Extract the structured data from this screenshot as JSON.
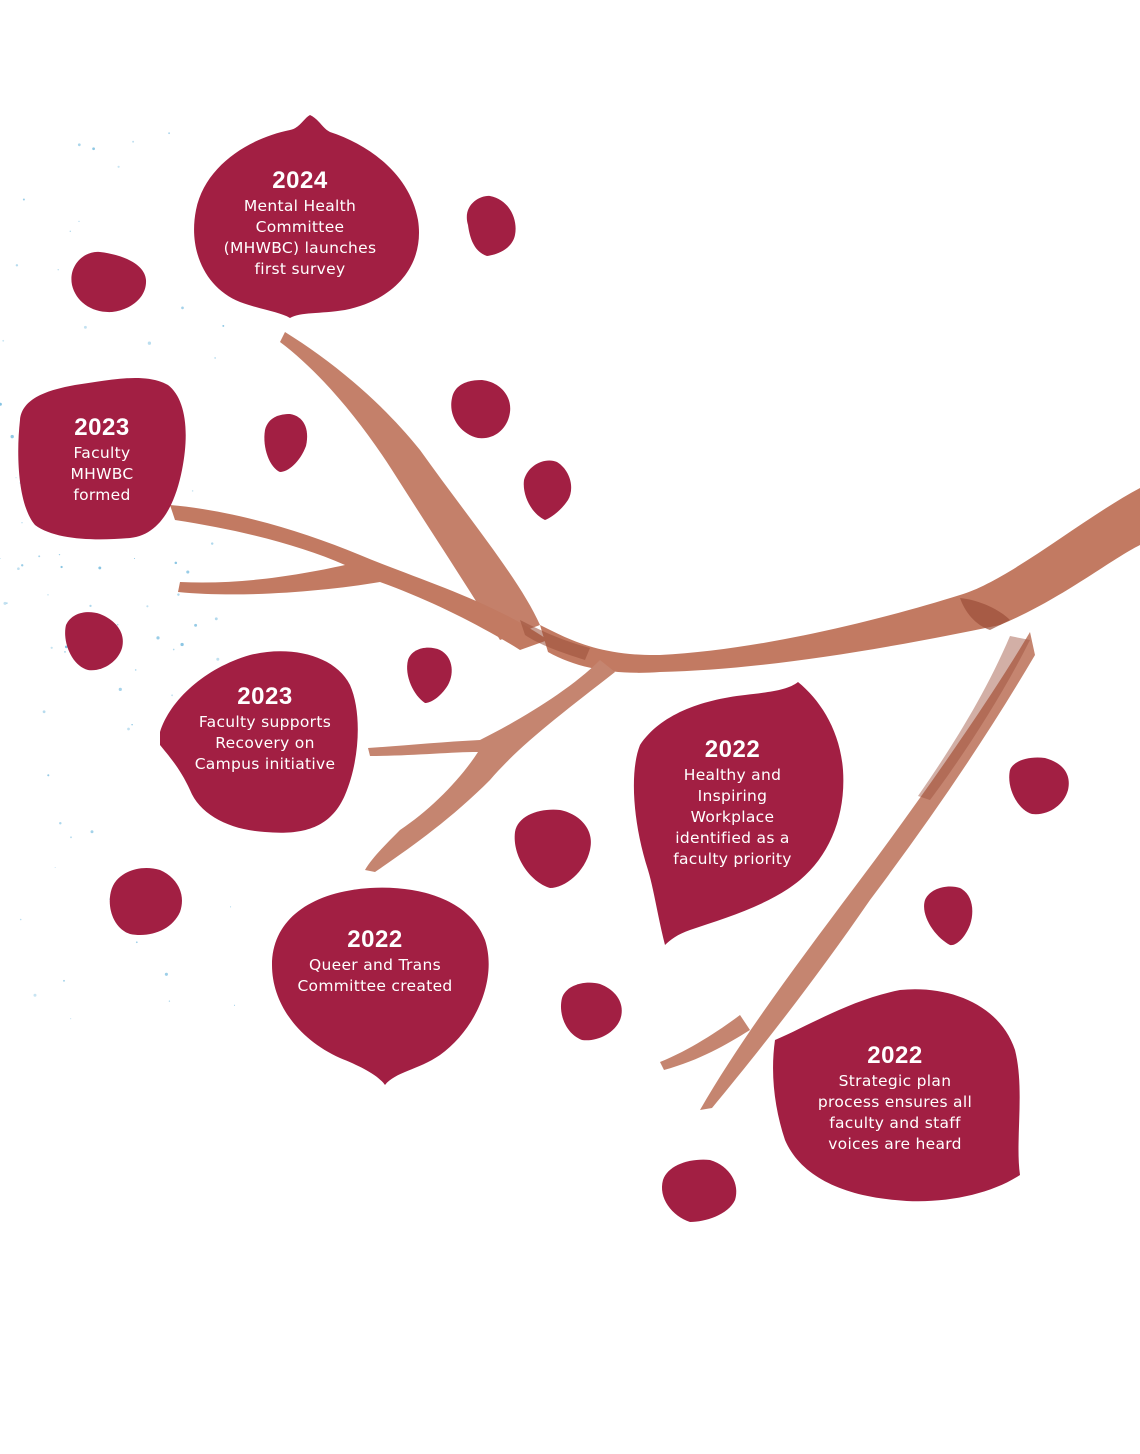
{
  "colors": {
    "leaf": "#a21f43",
    "leaf_dark": "#8c1838",
    "branch": "#c27a62",
    "branch_dark": "#9b4e39",
    "speckle": "#6fb8dd",
    "text": "#ffffff"
  },
  "milestones": [
    {
      "year": "2024",
      "lines": [
        "Mental Health",
        "Committee",
        "(MHWBC) launches",
        "first survey"
      ]
    },
    {
      "year": "2023",
      "lines": [
        "Faculty",
        "MHWBC",
        "formed"
      ]
    },
    {
      "year": "2023",
      "lines": [
        "Faculty supports",
        "Recovery on",
        "Campus initiative"
      ]
    },
    {
      "year": "2022",
      "lines": [
        "Healthy and",
        "Inspiring",
        "Workplace",
        "identified as a",
        "faculty priority"
      ]
    },
    {
      "year": "2022",
      "lines": [
        "Queer and Trans",
        "Committee created"
      ]
    },
    {
      "year": "2022",
      "lines": [
        "Strategic plan",
        "process ensures all",
        "faculty and staff",
        "voices are heard"
      ]
    }
  ]
}
